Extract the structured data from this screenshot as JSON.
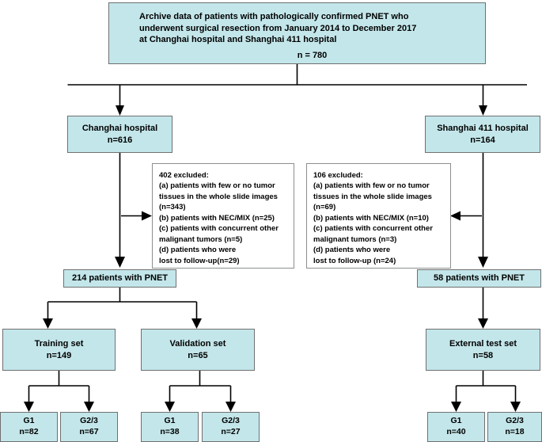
{
  "meta": {
    "title": "PNET patient selection flowchart",
    "colors": {
      "box_fill": "#c3e6ea",
      "box_border": "#6f7071",
      "exclusion_fill": "#ffffff",
      "exclusion_border": "#8d8e8f",
      "arrow": "#000000",
      "text": "#000000"
    }
  },
  "nodes": {
    "source": {
      "line1": "Archive data of patients with pathologically confirmed PNET who",
      "line2": "underwent surgical resection from January 2014 to December 2017",
      "line3": "at Changhai hospital and Shanghai 411 hospital",
      "count": "n = 780"
    },
    "changhai": {
      "label": "Changhai hospital",
      "count": "n=616"
    },
    "shanghai411": {
      "label": "Shanghai 411 hospital",
      "count": "n=164"
    },
    "exclusion_changhai": {
      "header": "402 excluded:",
      "a1": "(a) patients with few or no tumor",
      "a2": "tissues in the whole slide images",
      "a3": "(n=343)",
      "b1": "(b) patients with NEC/MIX (n=25)",
      "c1": "(c) patients with concurrent other",
      "c2": "malignant tumors (n=5)",
      "d1": "(d) patients who were",
      "d2": "lost to follow-up(n=29)"
    },
    "exclusion_shanghai": {
      "header": "106 excluded:",
      "a1": "(a) patients with few or no tumor",
      "a2": "tissues in the whole slide images",
      "a3": "(n=69)",
      "b1": "(b) patients with NEC/MIX (n=10)",
      "c1": "(c) patients with concurrent other",
      "c2": "malignant tumors  (n=3)",
      "d1": "(d) patients who were",
      "d2": "lost to follow-up (n=24)"
    },
    "pnet_changhai": {
      "label": "214 patients with PNET"
    },
    "pnet_shanghai": {
      "label": "58 patients with PNET"
    },
    "training": {
      "label": "Training set",
      "count": "n=149"
    },
    "validation": {
      "label": "Validation set",
      "count": "n=65"
    },
    "external": {
      "label": "External test set",
      "count": "n=58"
    },
    "grades": {
      "training_g1": {
        "label": "G1",
        "count": "n=82"
      },
      "training_g23": {
        "label": "G2/3",
        "count": "n=67"
      },
      "validation_g1": {
        "label": "G1",
        "count": "n=38"
      },
      "validation_g23": {
        "label": "G2/3",
        "count": "n=27"
      },
      "external_g1": {
        "label": "G1",
        "count": "n=40"
      },
      "external_g23": {
        "label": "G2/3",
        "count": "n=18"
      }
    }
  }
}
